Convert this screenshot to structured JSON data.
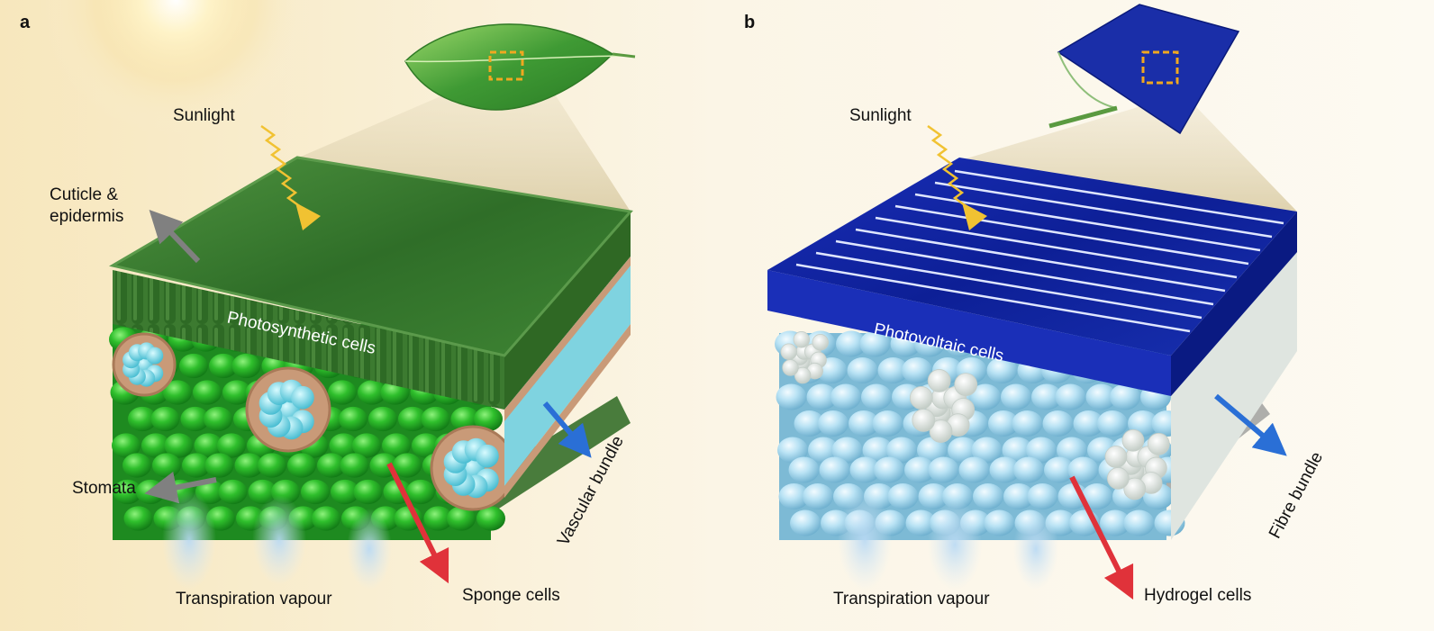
{
  "panels": [
    {
      "letter": "a",
      "sunlight": "Sunlight",
      "cuticle": "Cuticle &",
      "cuticle_2": "epidermis",
      "cells": "Photosynthetic cells",
      "stomata": "Stomata",
      "vapour": "Transpiration vapour",
      "bundle": "Vascular bundle",
      "sponge": "Sponge cells"
    },
    {
      "letter": "b",
      "sunlight": "Sunlight",
      "cells": "Photovoltaic cells",
      "vapour": "Transpiration vapour",
      "bundle": "Fibre bundle",
      "hydrogel": "Hydrogel cells"
    }
  ],
  "colors": {
    "leaf_green": "#3f7d2f",
    "sponge_green": "#2fb52c",
    "pv_blue": "#0f2aa8",
    "hydrogel": "#a8d8ee",
    "fibre": "#dfe5e0",
    "sun_arrow": "#f1c232",
    "grey_arrow": "#808080",
    "blue_arrow": "#2a6fd6",
    "red_arrow": "#e0323a"
  },
  "icons": [
    "sun-glow",
    "leaf-icon",
    "solar-panel-leaf-icon",
    "wavy-sunlight-arrow",
    "vapour-plume"
  ]
}
